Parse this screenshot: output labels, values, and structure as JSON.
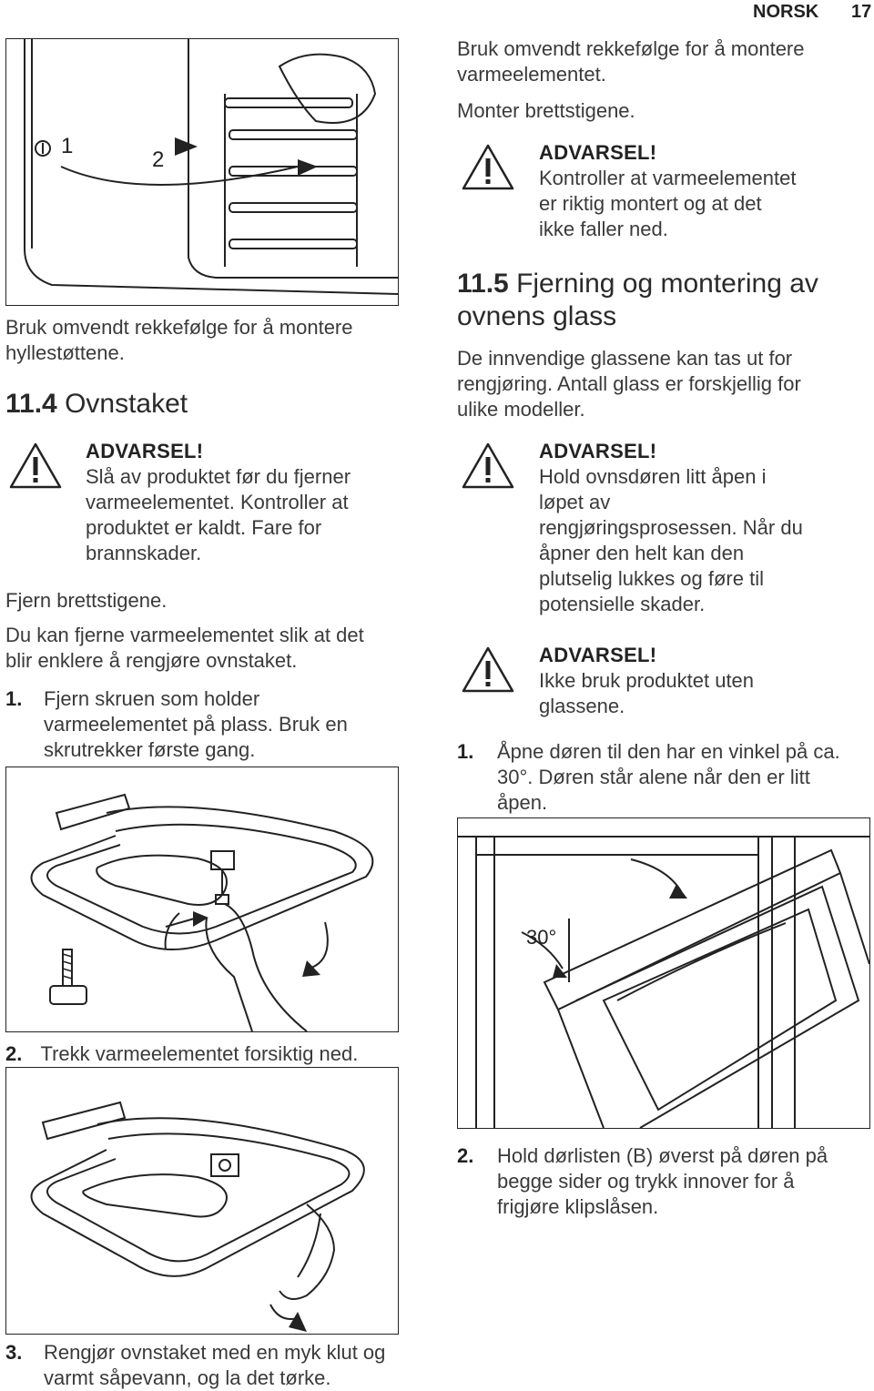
{
  "header": {
    "language": "NORSK",
    "page": "17"
  },
  "left": {
    "fig1": {
      "label1": "1",
      "label2": "2"
    },
    "para_reverse_shelves": "Bruk omvendt rekkefølge for å montere hyllestøttene.",
    "section_114": {
      "num": "11.4",
      "title": "Ovnstaket"
    },
    "warning1": {
      "title": "ADVARSEL!",
      "lines": [
        "Slå av produktet før du fjerner",
        "varmeelementet. Kontroller at",
        "produktet er kaldt. Fare for",
        "brannskader."
      ]
    },
    "para_remove_racks": "Fjern brettstigene.",
    "para_remove_heater": [
      "Du kan fjerne varmeelementet slik at det",
      "blir enklere å rengjøre ovnstaket."
    ],
    "step1": {
      "num": "1.",
      "lines": [
        "Fjern skruen som holder",
        "varmeelementet på plass. Bruk en",
        "skrutrekker første gang."
      ]
    },
    "step2": {
      "num": "2.",
      "text": "Trekk varmeelementet forsiktig ned."
    },
    "step3": {
      "num": "3.",
      "lines": [
        "Rengjør ovnstaket med en myk klut og",
        "varmt såpevann, og la det tørke."
      ]
    }
  },
  "right": {
    "para_reverse_heater": [
      "Bruk omvendt rekkefølge for å montere",
      "varmeelementet."
    ],
    "para_mount_racks": "Monter brettstigene.",
    "warning_top": {
      "title": "ADVARSEL!",
      "lines": [
        "Kontroller at varmeelementet",
        "er riktig montert og at det",
        "ikke faller ned."
      ]
    },
    "section_115": {
      "num": "11.5",
      "title_lines": [
        " Fjerning og montering av",
        "ovnens glass"
      ]
    },
    "para_glass": [
      "De innvendige glassene kan tas ut for",
      "rengjøring. Antall glass er forskjellig for",
      "ulike modeller."
    ],
    "warning2": {
      "title": "ADVARSEL!",
      "lines": [
        "Hold ovnsdøren litt åpen i",
        "løpet av",
        "rengjøringsprosessen. Når du",
        "åpner den helt kan den",
        "plutselig lukkes og føre til",
        "potensielle skader."
      ]
    },
    "warning3": {
      "title": "ADVARSEL!",
      "lines": [
        "Ikke bruk produktet uten",
        "glassene."
      ]
    },
    "step1": {
      "num": "1.",
      "lines": [
        "Åpne døren til den har en vinkel på ca.",
        "30°. Døren står alene når den er litt",
        "åpen."
      ]
    },
    "fig_door": {
      "angle_label": "30°"
    },
    "step2": {
      "num": "2.",
      "lines": [
        "Hold dørlisten (B) øverst på døren på",
        "begge sider og trykk innover for å",
        "frigjøre klipslåsen."
      ]
    }
  }
}
